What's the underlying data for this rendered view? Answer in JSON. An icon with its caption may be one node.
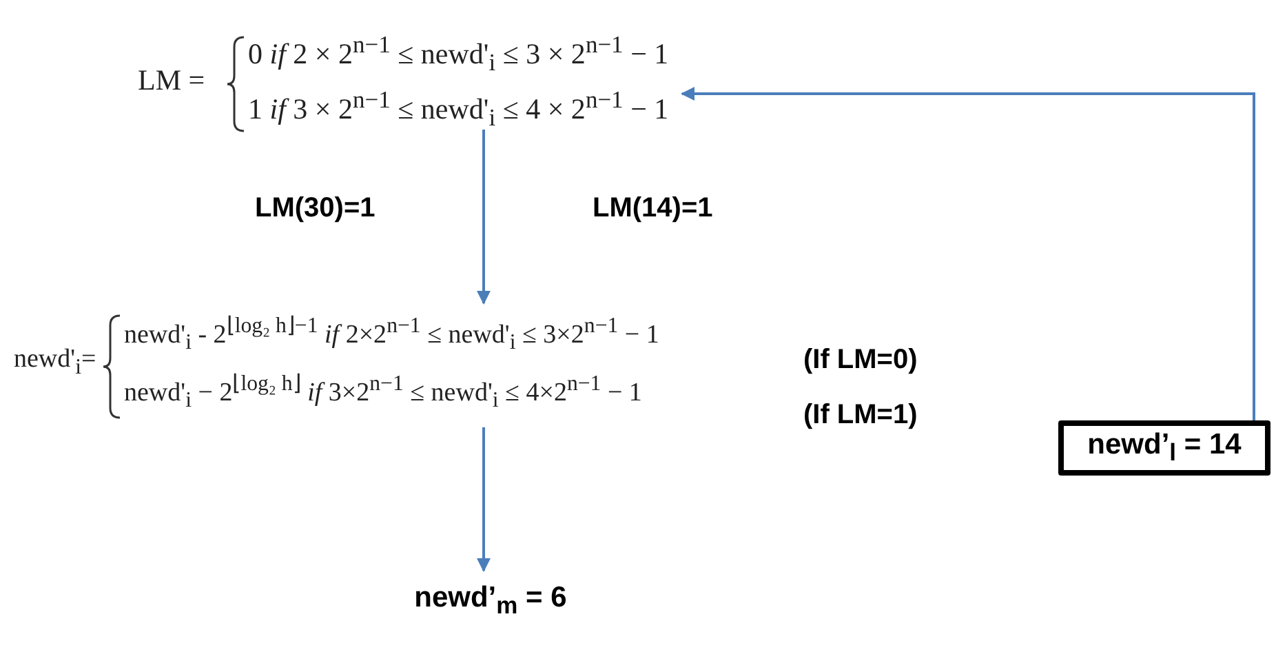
{
  "diagram": {
    "nodes": [
      {
        "text": [
          "LM =",
          "0 *if* 2 × 2$^{n−1}$ ≤ newd'$_{i}$ ≤ 3 × 2$^{n−1}$ − 1",
          "1 *if* 3 × 2$^{n−1}$ ≤ newd'$_{i}$ ≤ 4 × 2$^{n−1}$ − 1"
        ]
      },
      {
        "text": [
          "newd'$_{i}$=",
          "newd'$_{i}$ - 2$^{⌊log₂ h⌋−1}$ *if* 2×2$^{n−1}$ ≤ newd'$_{i}$ ≤ 3×2$^{n−1}$ − 1",
          "newd'$_{i}$ − 2$^{⌊log₂ h⌋}$ *if* 3×2$^{n−1}$ ≤ newd'$_{i}$ ≤ 4×2$^{n−1}$ − 1"
        ]
      },
      {
        "text": [
          "newd’$_{m}$ = 6"
        ]
      },
      {
        "text": [
          "newd’$_{l}$ = 14"
        ]
      }
    ],
    "edges": [
      {
        "from": 3,
        "to": 0,
        "arrow": "to"
      },
      {
        "from": 0,
        "to": 1,
        "arrow": "to"
      },
      {
        "from": 1,
        "to": 2,
        "arrow": "to"
      }
    ],
    "labels": [
      "LM(30)=1",
      "LM(14)=1",
      "(If LM=0)",
      "(If LM=1)"
    ]
  }
}
